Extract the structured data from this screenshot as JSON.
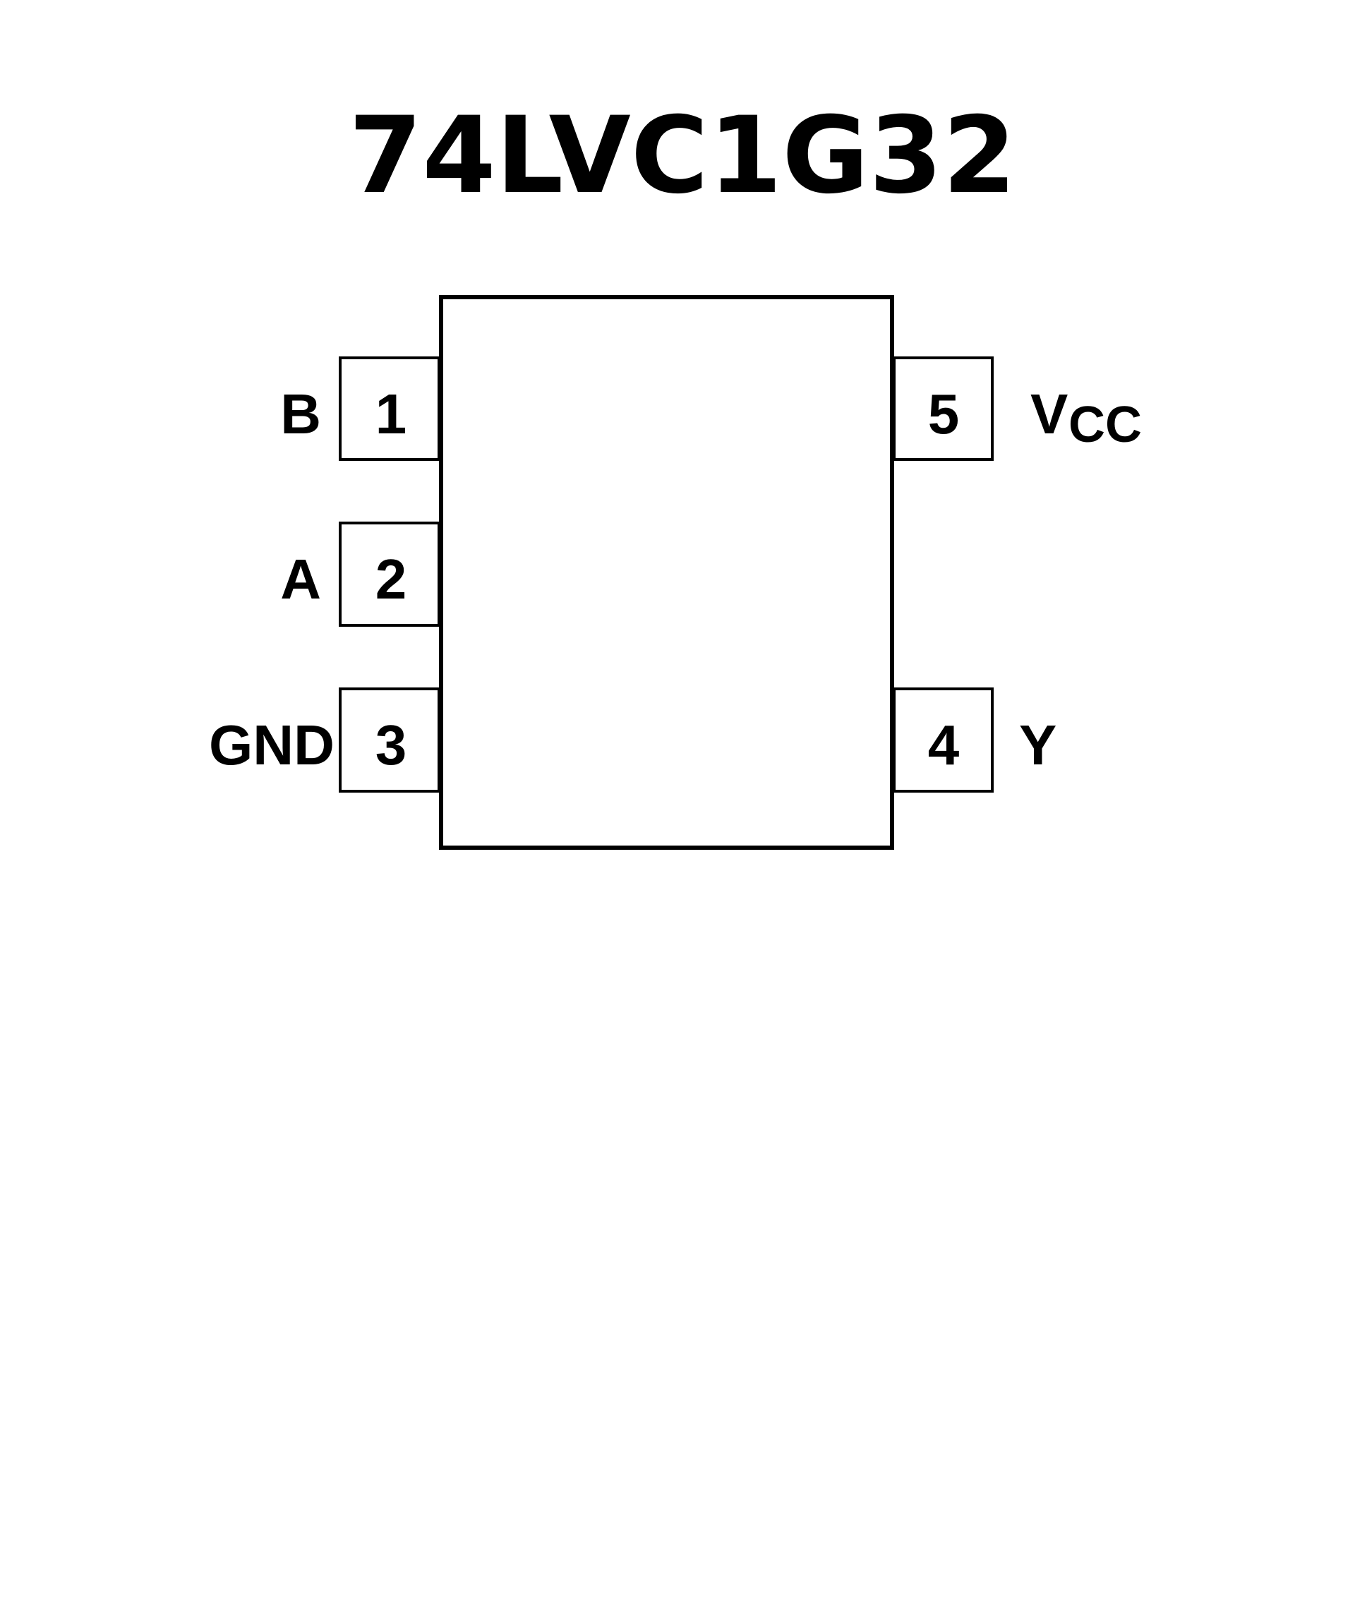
{
  "title": "74LVC1G32",
  "pins": {
    "p1": {
      "number": "1",
      "name": "B"
    },
    "p2": {
      "number": "2",
      "name": "A"
    },
    "p3": {
      "number": "3",
      "name": "GND"
    },
    "p4": {
      "number": "4",
      "name": "Y"
    },
    "p5": {
      "number": "5",
      "name_main": "V",
      "name_sub": "CC"
    }
  }
}
